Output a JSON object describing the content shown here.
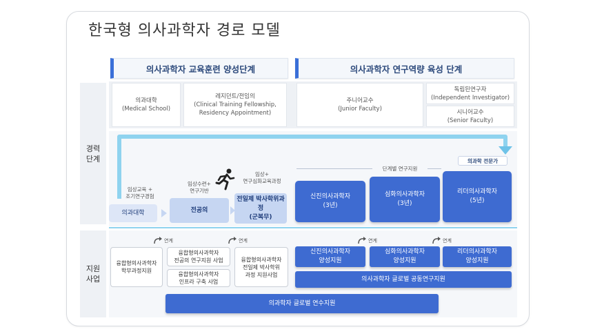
{
  "title": "한국형 의사과학자 경로 모델",
  "sections": {
    "training": "의사과학자 교육훈련 양성단계",
    "research": "의사과학자 연구역량 육성 단계"
  },
  "stages": {
    "medical_school": "의과대학\n(Medical School)",
    "residency": "레지던트/전임의\n(Clinical Training Fellowship,\nResidency Appointment)",
    "junior": "주니어교수\n(Junior Faculty)",
    "independent": "독립된연구자\n(Independent Investigator)",
    "senior": "시니어교수\n(Senior Faculty)"
  },
  "row_labels": {
    "career": "경력\n단계",
    "support": "지원\n사업"
  },
  "career": {
    "note1": "임상교육 +\n조기연구경험",
    "note2": "임상수련+\n연구기반",
    "note3": "임상+\n연구심화교육과정",
    "stage_support": "단계별 연구지원",
    "expert_badge": "의과학 전문가",
    "box_med": "의과대학",
    "box_spec": "전공의",
    "box_phd": "전일제 박사학위과정\n(군복무)",
    "box_new": "신진의사과학자\n(3년)",
    "box_deep": "심화의사과학자\n(3년)",
    "box_leader": "리더의사과학자\n(5년)"
  },
  "support": {
    "link": "연계",
    "p1": "융합형의사과학자\n학부과정지원",
    "p2": "융합형의사과학자\n전공의 연구지원 사업",
    "p3": "융합형의사과학자\n인프라 구축 사업",
    "p4": "융합형의사과학자\n전일제 박사학위\n과정 지원사업",
    "p5": "신진의사과학자\n양성지원",
    "p6": "심화의사과학자\n양성지원",
    "p7": "리더의사과학자\n양성지원",
    "p8": "의사과학자 글로벌 공동연구지원",
    "p9": "의과학자 글로벌 연수지원"
  }
}
